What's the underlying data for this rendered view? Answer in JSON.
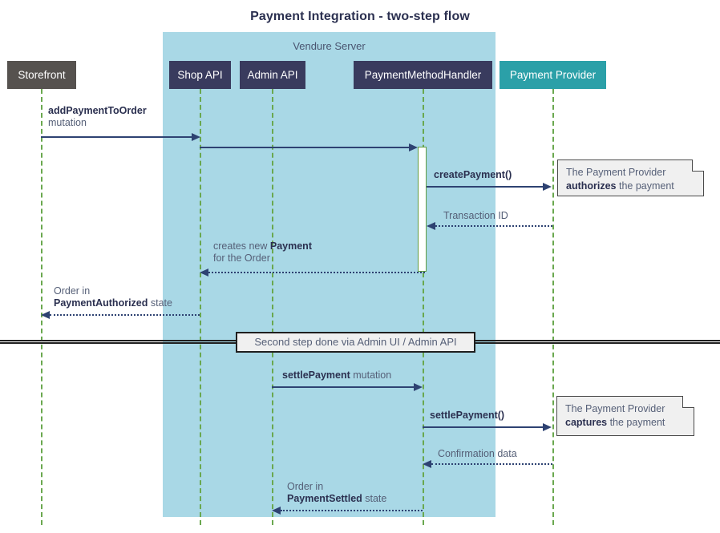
{
  "title": "Payment Integration - two-step flow",
  "group": {
    "label": "Vendure Server"
  },
  "participants": [
    {
      "id": "storefront",
      "label": "Storefront",
      "color": "#56524f"
    },
    {
      "id": "shop-api",
      "label": "Shop API",
      "color": "#393b5e"
    },
    {
      "id": "admin-api",
      "label": "Admin API",
      "color": "#393b5e"
    },
    {
      "id": "payment-method-handler",
      "label": "PaymentMethodHandler",
      "color": "#393b5e"
    },
    {
      "id": "payment-provider",
      "label": "Payment Provider",
      "color": "#2ba0a8"
    }
  ],
  "messages": [
    {
      "id": "add-payment-to-order",
      "from": "storefront",
      "to": "shop-api",
      "style": "solid",
      "bold_text": "addPaymentToOrder",
      "plain_text": "mutation"
    },
    {
      "id": "shop-api-to-handler",
      "from": "shop-api",
      "to": "payment-method-handler",
      "style": "solid",
      "bold_text": "",
      "plain_text": ""
    },
    {
      "id": "create-payment",
      "from": "payment-method-handler",
      "to": "payment-provider",
      "style": "solid",
      "bold_text": "createPayment()",
      "plain_text": ""
    },
    {
      "id": "transaction-id",
      "from": "payment-provider",
      "to": "payment-method-handler",
      "style": "dotted",
      "bold_text": "",
      "plain_text": "Transaction ID"
    },
    {
      "id": "creates-new-payment",
      "from": "payment-method-handler",
      "to": "shop-api",
      "style": "dotted",
      "line1_plain": "creates new ",
      "line1_bold": "Payment",
      "line2_plain": "for the Order"
    },
    {
      "id": "order-payment-authorized",
      "from": "shop-api",
      "to": "storefront",
      "style": "dotted",
      "line1_plain": "Order in",
      "line2_bold": "PaymentAuthorized",
      "line2_plain": " state"
    },
    {
      "id": "settle-payment-mutation",
      "from": "admin-api",
      "to": "payment-method-handler",
      "style": "solid",
      "bold_text": "settlePayment",
      "plain_text": " mutation"
    },
    {
      "id": "settle-payment-call",
      "from": "payment-method-handler",
      "to": "payment-provider",
      "style": "solid",
      "bold_text": "settlePayment()",
      "plain_text": ""
    },
    {
      "id": "confirmation-data",
      "from": "payment-provider",
      "to": "payment-method-handler",
      "style": "dotted",
      "bold_text": "",
      "plain_text": "Confirmation data"
    },
    {
      "id": "order-payment-settled",
      "from": "payment-method-handler",
      "to": "admin-api",
      "style": "dotted",
      "line1_plain": "Order in",
      "line2_bold": "PaymentSettled",
      "line2_plain": " state"
    }
  ],
  "notes": [
    {
      "id": "note-authorizes",
      "line1": "The Payment Provider",
      "bold": "authorizes",
      "line2_tail": " the payment"
    },
    {
      "id": "note-captures",
      "line1": "The Payment Provider",
      "bold": "captures",
      "line2_tail": " the payment"
    }
  ],
  "divider": {
    "label": "Second step done via Admin UI / Admin API"
  },
  "colors": {
    "group_background": "#a9d8e6",
    "lifeline": "#6aa84f",
    "arrow": "#2e4272",
    "note_background": "#f0f0f0",
    "title_text": "#2b3050"
  }
}
